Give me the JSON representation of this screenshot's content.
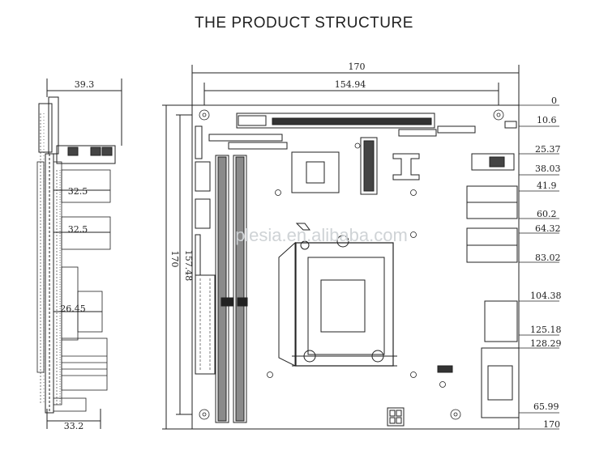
{
  "title": "THE PRODUCT STRUCTURE",
  "watermark": "plesia.en.alibaba.com",
  "side_view": {
    "top_width": "39.3",
    "bottom_width": "33.2",
    "heights": [
      "32.5",
      "32.5",
      "26.45"
    ]
  },
  "top_view": {
    "overall_width": "170",
    "hole_span_width": "154.94",
    "overall_height": "170",
    "hole_span_height": "157.48",
    "right_offsets": [
      "0",
      "10.6",
      "25.37",
      "38.03",
      "41.9",
      "60.2",
      "64.32",
      "83.02",
      "104.38",
      "125.18",
      "128.29",
      "65.99",
      "170"
    ]
  },
  "colors": {
    "line": "#222222",
    "background": "#ffffff",
    "watermark": "#cfd3d6"
  }
}
